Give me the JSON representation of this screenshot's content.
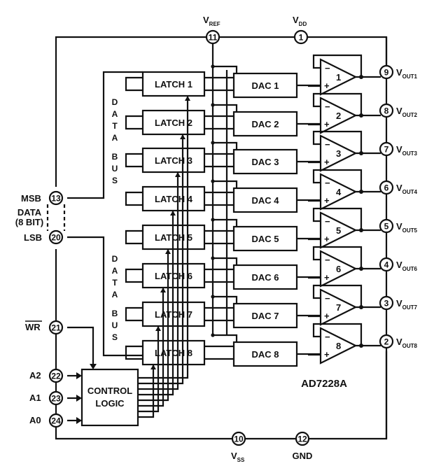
{
  "pins": {
    "vref": {
      "num": "11",
      "name": "V",
      "sub": "REF"
    },
    "vdd": {
      "num": "1",
      "name": "V",
      "sub": "DD"
    },
    "msb": {
      "num": "13",
      "name": "MSB"
    },
    "lsb": {
      "num": "20",
      "name": "LSB"
    },
    "data_line1": "DATA",
    "data_line2": "(8 BIT)",
    "wr": {
      "num": "21",
      "name": "WR"
    },
    "a2": {
      "num": "22",
      "name": "A2"
    },
    "a1": {
      "num": "23",
      "name": "A1"
    },
    "a0": {
      "num": "24",
      "name": "A0"
    },
    "vss": {
      "num": "10",
      "name": "V",
      "sub": "SS"
    },
    "gnd": {
      "num": "12",
      "name": "GND"
    }
  },
  "latches": [
    "LATCH 1",
    "LATCH 2",
    "LATCH 3",
    "LATCH 4",
    "LATCH 5",
    "LATCH 6",
    "LATCH 7",
    "LATCH 8"
  ],
  "dacs": [
    "DAC 1",
    "DAC 2",
    "DAC 3",
    "DAC 4",
    "DAC 5",
    "DAC 6",
    "DAC 7",
    "DAC 8"
  ],
  "amps": [
    "1",
    "2",
    "3",
    "4",
    "5",
    "6",
    "7",
    "8"
  ],
  "amp_minus": "−",
  "amp_plus": "+",
  "outputs": [
    {
      "num": "9",
      "name": "V",
      "sub": "OUT1"
    },
    {
      "num": "8",
      "name": "V",
      "sub": "OUT2"
    },
    {
      "num": "7",
      "name": "V",
      "sub": "OUT3"
    },
    {
      "num": "6",
      "name": "V",
      "sub": "OUT4"
    },
    {
      "num": "5",
      "name": "V",
      "sub": "OUT5"
    },
    {
      "num": "4",
      "name": "V",
      "sub": "OUT6"
    },
    {
      "num": "3",
      "name": "V",
      "sub": "OUT7"
    },
    {
      "num": "2",
      "name": "V",
      "sub": "OUT8"
    }
  ],
  "data_bus_upper": [
    "D",
    "A",
    "T",
    "A",
    "B",
    "U",
    "S"
  ],
  "data_bus_lower": [
    "D",
    "A",
    "T",
    "A",
    "B",
    "U",
    "S"
  ],
  "control_logic": [
    "CONTROL",
    "LOGIC"
  ],
  "part_number": "AD7228A"
}
